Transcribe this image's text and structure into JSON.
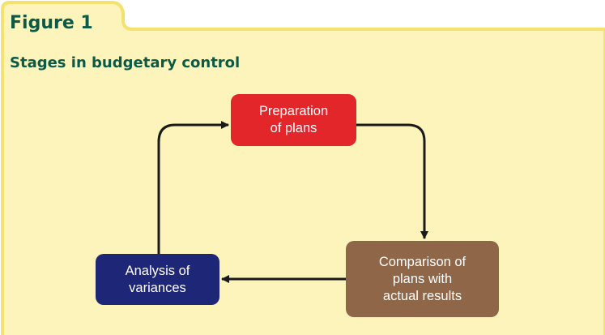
{
  "figure": {
    "label": "Figure 1",
    "title": "Stages in budgetary control"
  },
  "nodes": [
    {
      "id": "prep",
      "text": "Preparation\nof plans",
      "color": "#e3262a"
    },
    {
      "id": "comp",
      "text": "Comparison of\nplans with\nactual results",
      "color": "#8f6748"
    },
    {
      "id": "anal",
      "text": "Analysis of\nvariances",
      "color": "#1e2677"
    }
  ],
  "edges": [
    {
      "from": "prep",
      "to": "comp"
    },
    {
      "from": "comp",
      "to": "anal"
    },
    {
      "from": "anal",
      "to": "prep"
    }
  ],
  "colors": {
    "panel_fill": "#fcf4bb",
    "panel_border": "#f5e26e",
    "heading_text": "#0b5a47",
    "arrow": "#1a1a1a"
  }
}
